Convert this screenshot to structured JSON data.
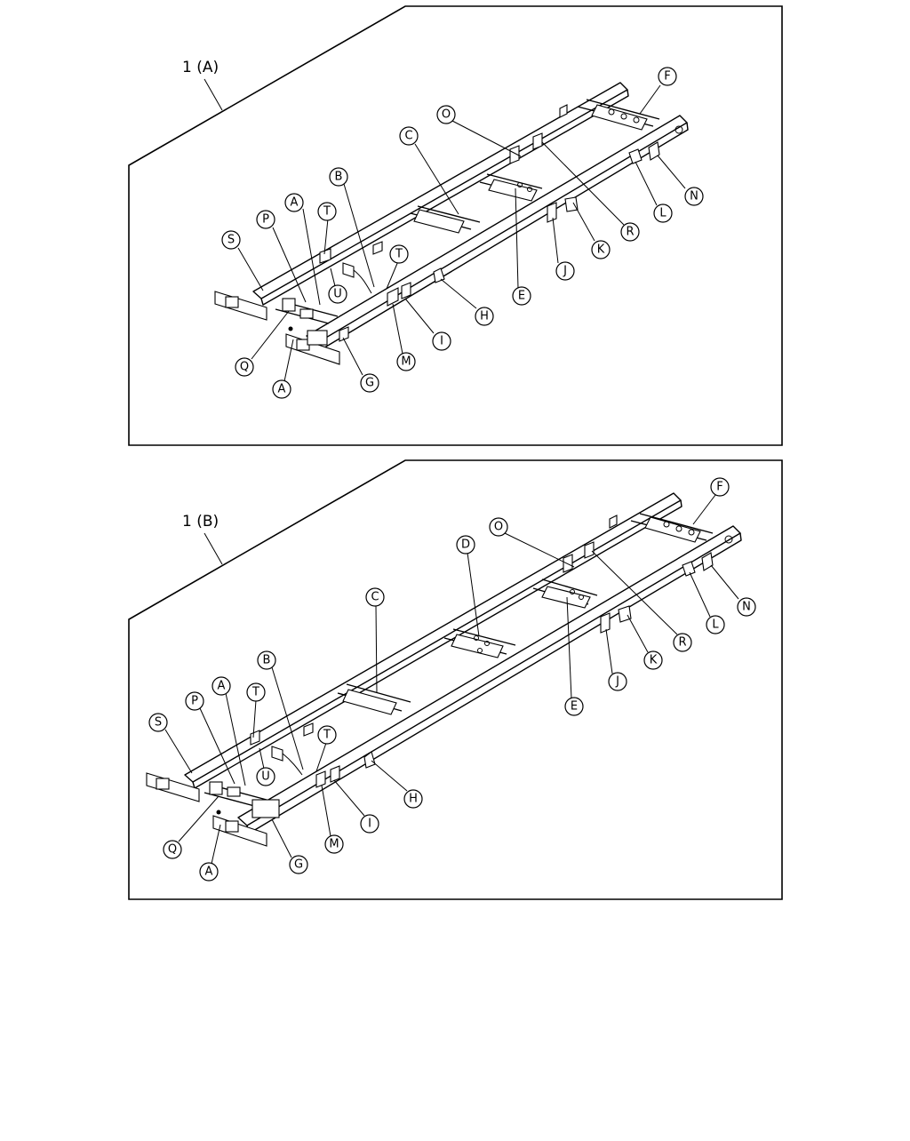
{
  "views": [
    {
      "title": "1 (A)",
      "labels": [
        "A",
        "B",
        "C",
        "O",
        "F",
        "T",
        "P",
        "S",
        "U",
        "N",
        "R",
        "L",
        "K",
        "J",
        "E",
        "H",
        "I",
        "M",
        "Q",
        "A",
        "G"
      ]
    },
    {
      "title": "1 (B)",
      "labels": [
        "F",
        "O",
        "D",
        "C",
        "B",
        "A",
        "T",
        "P",
        "S",
        "T",
        "U",
        "N",
        "R",
        "L",
        "K",
        "J",
        "E",
        "H",
        "I",
        "M",
        "Q",
        "A",
        "G"
      ]
    }
  ]
}
